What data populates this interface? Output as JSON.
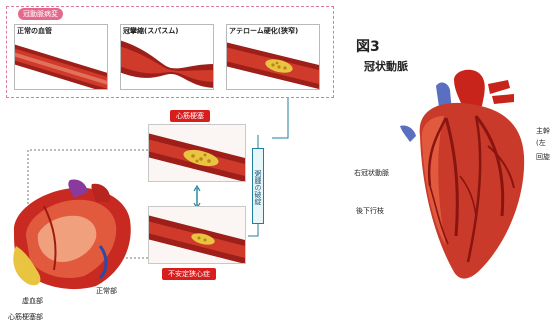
{
  "top_section": {
    "tag": "冠動脈病変",
    "panels": [
      {
        "label": "正常の血管"
      },
      {
        "label": "冠攣縮(スパスム)"
      },
      {
        "label": "アテローム硬化(狭窄)"
      }
    ]
  },
  "middle": {
    "mi_label": "心筋梗塞",
    "unstable_label": "不安定狭心症",
    "rupture_label": "粥腫の破綻"
  },
  "left_heart": {
    "necrosis_label": "虚血部",
    "normal_label": "正常部",
    "infarct_label": "心筋梗塞部"
  },
  "figure": {
    "number": "図3",
    "title": "冠状動脈",
    "labels": {
      "right_coronary": "右冠状動脈",
      "posterior_descending": "後下行枝",
      "main_trunk": "主幹",
      "left_paren": "(左",
      "circumflex": "回旋"
    }
  },
  "colors": {
    "vessel_red": "#b8251f",
    "plaque_yellow": "#e8c440",
    "tag_pink": "#e4698e",
    "teal": "#1f7fa0"
  }
}
